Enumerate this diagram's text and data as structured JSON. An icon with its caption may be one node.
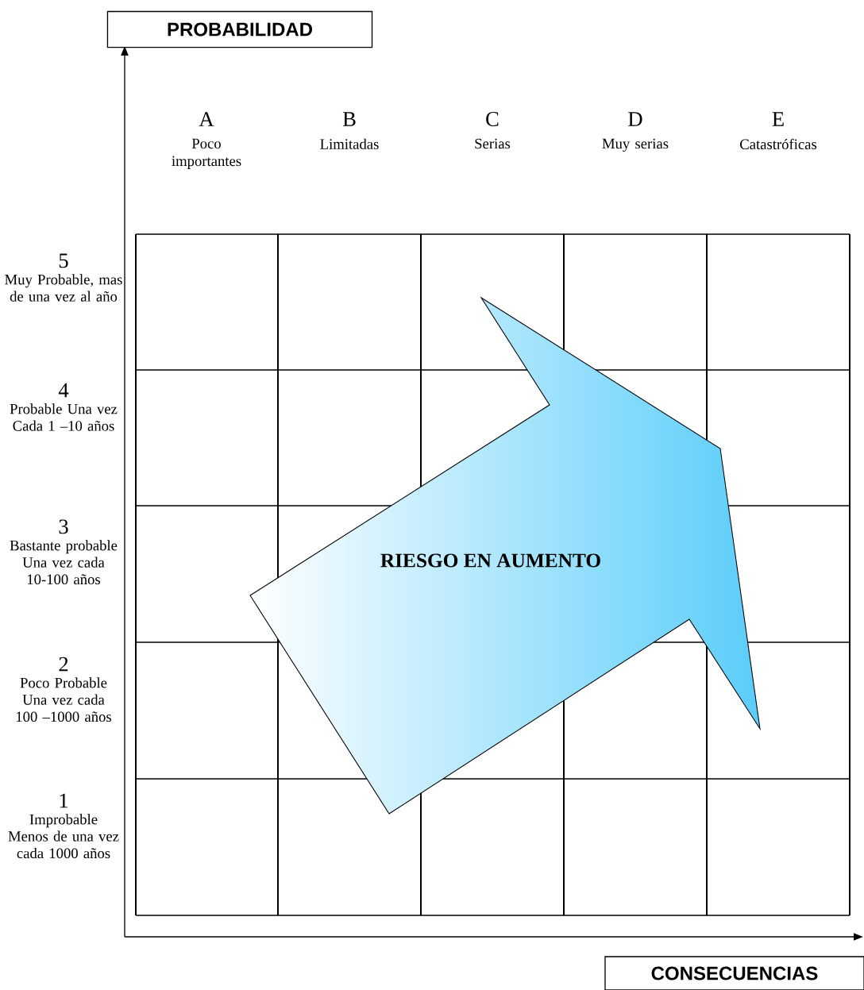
{
  "diagram": {
    "nodes": [
      {
        "text": [
          "PROBABILIDAD"
        ]
      },
      {
        "text": [
          "RIESGO EN AUMENTO"
        ]
      },
      {
        "text": [
          "CONSECUENCIAS"
        ]
      }
    ],
    "labels": [
      "A",
      "Poco importantes",
      "B",
      "Limitadas",
      "C",
      "Serias",
      "D",
      "Muy serias",
      "E",
      "Catastróficas",
      "5",
      "Muy Probable, mas de una vez al año",
      "4",
      "Probable Una vez Cada 1 –10 años",
      "3",
      "Bastante probable Una vez cada 10-100 años",
      "2",
      "Poco Probable Una vez cada 100 –1000 años",
      "1",
      "Improbable Menos de una vez cada 1000 años"
    ]
  }
}
